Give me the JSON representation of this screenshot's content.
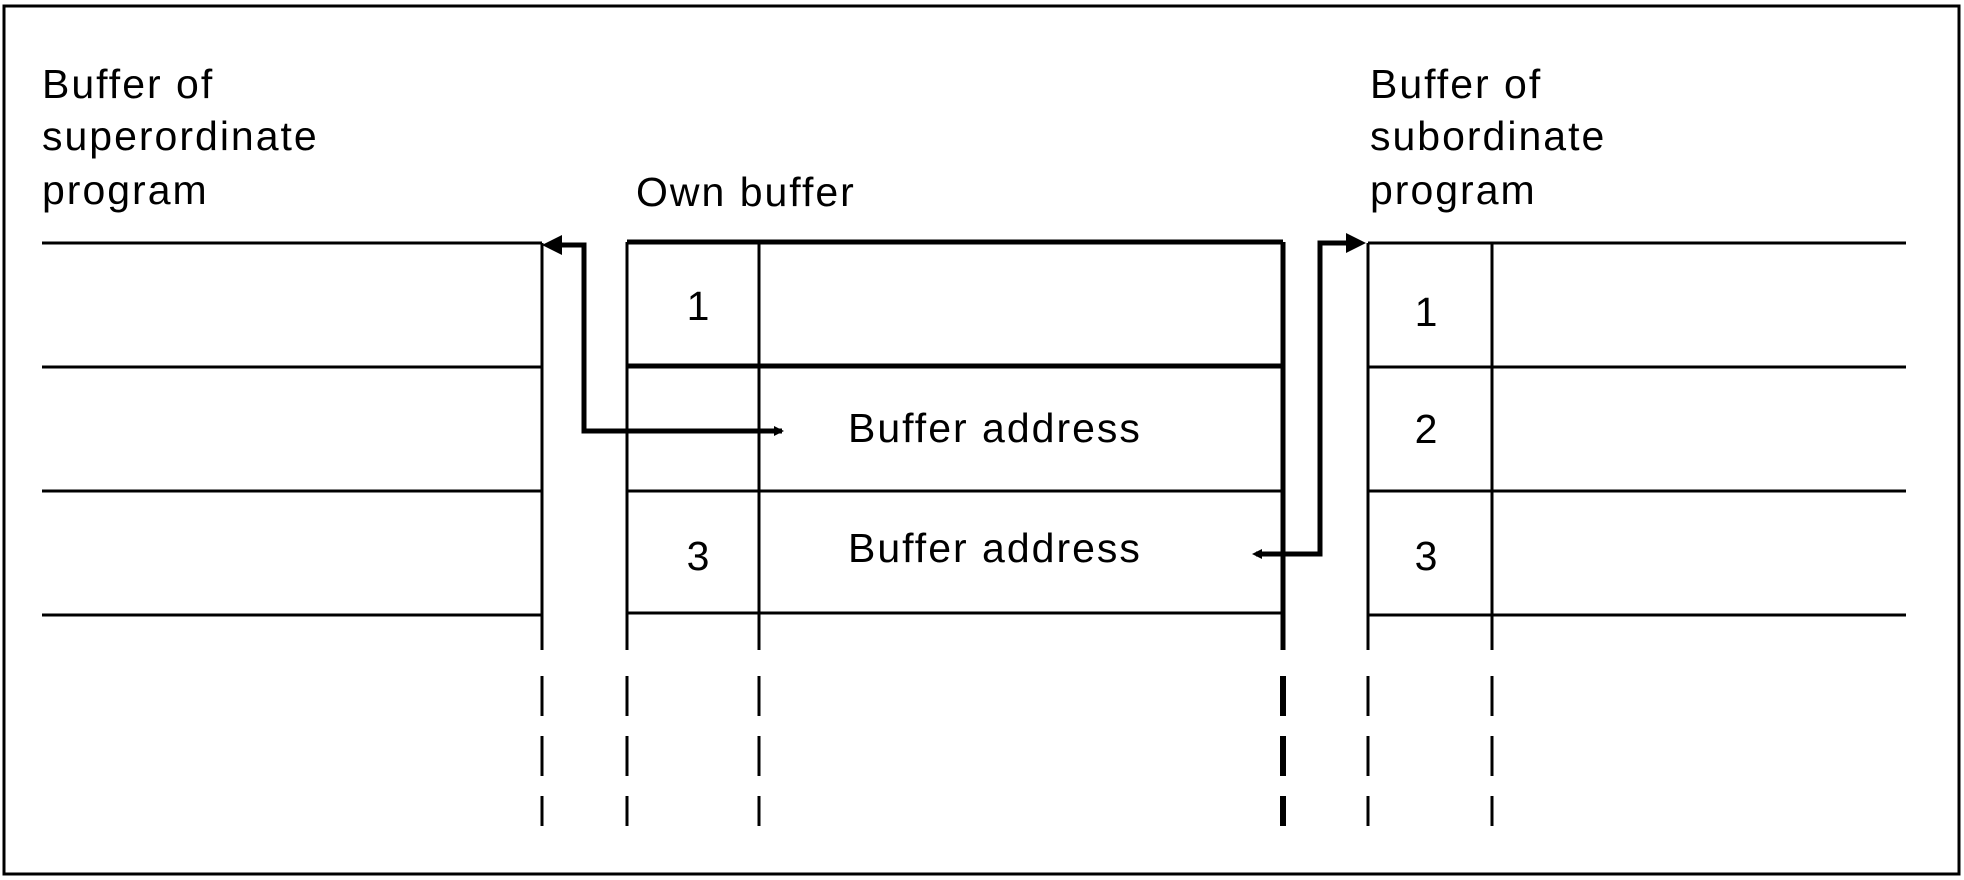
{
  "left_block": {
    "title_lines": [
      "Buffer of",
      "superordinate",
      "program"
    ]
  },
  "center_block": {
    "title": "Own buffer",
    "rows": [
      {
        "index": "1",
        "content": ""
      },
      {
        "index": "",
        "content": "Buffer address"
      },
      {
        "index": "3",
        "content": "Buffer address"
      }
    ]
  },
  "right_block": {
    "title_lines": [
      "Buffer of",
      "subordinate",
      "program"
    ],
    "rows": [
      {
        "index": "1"
      },
      {
        "index": "2"
      },
      {
        "index": "3"
      }
    ]
  },
  "arrows": [
    {
      "from": "own-buffer-row-2-address",
      "to": "superordinate-buffer"
    },
    {
      "from": "own-buffer-row-3-address",
      "to": "subordinate-buffer"
    }
  ]
}
